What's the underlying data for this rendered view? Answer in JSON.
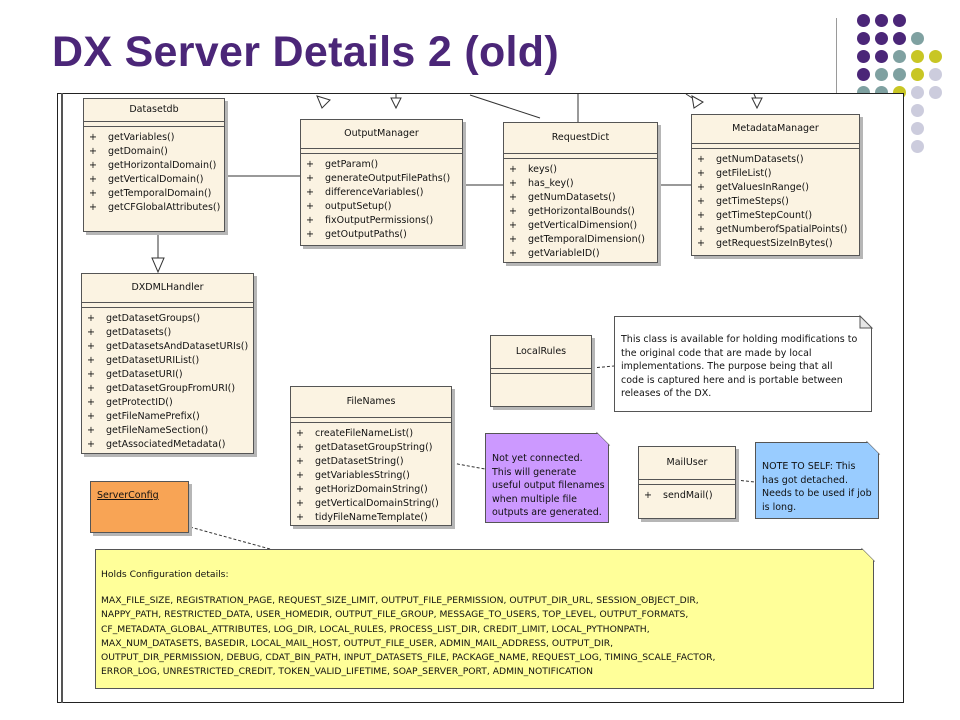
{
  "title": "DX Server Details 2 (old)",
  "colors": {
    "title": "#4b2678",
    "class_fill": "#fbf3e2",
    "dot_purple": "#4b2678",
    "dot_teal": "#7fa1a1",
    "dot_olive": "#c8c624",
    "dot_lavender": "#ccccdd",
    "note_lilac": "#cc99ff",
    "note_blue": "#99ccff",
    "note_yellow": "#ffff99",
    "serverconfig_orange": "#f8a455"
  },
  "classes": {
    "datasetdb": {
      "name": "Datasetdb",
      "ops": [
        "getVariables()",
        "getDomain()",
        "getHorizontalDomain()",
        "getVerticalDomain()",
        "getTemporalDomain()",
        "getCFGlobalAttributes()"
      ]
    },
    "outputmanager": {
      "name": "OutputManager",
      "ops": [
        "getParam()",
        "generateOutputFilePaths()",
        "differenceVariables()",
        "outputSetup()",
        "fixOutputPermissions()",
        "getOutputPaths()"
      ]
    },
    "requestdict": {
      "name": "RequestDict",
      "ops": [
        "keys()",
        "has_key()",
        "getNumDatasets()",
        "getHorizontalBounds()",
        "getVerticalDimension()",
        "getTemporalDimension()",
        "getVariableID()"
      ]
    },
    "metadatamanager": {
      "name": "MetadataManager",
      "ops": [
        "getNumDatasets()",
        "getFileList()",
        "getValuesInRange()",
        "getTimeSteps()",
        "getTimeStepCount()",
        "getNumberofSpatialPoints()",
        "getRequestSizeInBytes()"
      ]
    },
    "dxdmlhandler": {
      "name": "DXDMLHandler",
      "ops": [
        "getDatasetGroups()",
        "getDatasets()",
        "getDatasetsAndDatasetURIs()",
        "getDatasetURIList()",
        "getDatasetURI()",
        "getDatasetGroupFromURI()",
        "getProtectID()",
        "getFileNamePrefix()",
        "getFileNameSection()",
        "getAssociatedMetadata()"
      ]
    },
    "filenames": {
      "name": "FileNames",
      "ops": [
        "createFileNameList()",
        "getDatasetGroupString()",
        "getDatasetString()",
        "getVariablesString()",
        "getHorizDomainString()",
        "getVerticalDomainString()",
        "tidyFileNameTemplate()"
      ]
    },
    "localrules": {
      "name": "LocalRules",
      "ops": []
    },
    "mailuser": {
      "name": "MailUser",
      "ops": [
        "sendMail()"
      ]
    },
    "serverconfig": {
      "name": "ServerConfig",
      "ops": []
    }
  },
  "visibility_symbol": "+",
  "notes": {
    "localrules": [
      "This class is available for holding modifications to",
      "the original code that are made by local",
      "implementations. The purpose being that all",
      "code is captured here and is portable between",
      "releases of the DX."
    ],
    "filenames": [
      "Not yet connected.",
      "This will generate",
      "useful output filenames",
      "when multiple file",
      "outputs are generated."
    ],
    "mailuser": [
      "NOTE TO SELF: This",
      "has got detached.",
      "Needs to be used if job",
      "is long."
    ],
    "config_heading": "Holds Configuration details:",
    "config_lines": [
      "MAX_FILE_SIZE, REGISTRATION_PAGE, REQUEST_SIZE_LIMIT, OUTPUT_FILE_PERMISSION, OUTPUT_DIR_URL, SESSION_OBJECT_DIR,",
      "NAPPY_PATH, RESTRICTED_DATA, USER_HOMEDIR, OUTPUT_FILE_GROUP, MESSAGE_TO_USERS, TOP_LEVEL, OUTPUT_FORMATS,",
      "CF_METADATA_GLOBAL_ATTRIBUTES, LOG_DIR, LOCAL_RULES, PROCESS_LIST_DIR, CREDIT_LIMIT, LOCAL_PYTHONPATH,",
      "MAX_NUM_DATASETS, BASEDIR, LOCAL_MAIL_HOST, OUTPUT_FILE_USER, ADMIN_MAIL_ADDRESS, OUTPUT_DIR,",
      "OUTPUT_DIR_PERMISSION, DEBUG, CDAT_BIN_PATH, INPUT_DATASETS_FILE, PACKAGE_NAME, REQUEST_LOG, TIMING_SCALE_FACTOR,",
      "ERROR_LOG, UNRESTRICTED_CREDIT, TOKEN_VALID_LIFETIME, SOAP_SERVER_PORT, ADMIN_NOTIFICATION"
    ]
  }
}
